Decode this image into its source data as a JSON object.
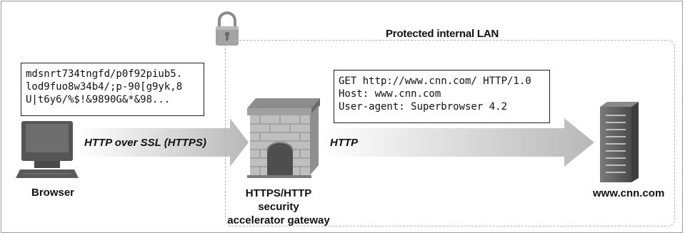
{
  "lan": {
    "title": "Protected internal LAN"
  },
  "encrypted_payload": {
    "lines": [
      "mdsnrt734tngfd/p0f92piub5.",
      "lod9fuo8w34b4/;p-90[g9yk,8",
      "U|t6y6/%$!&9890G&*&98..."
    ]
  },
  "http_request": {
    "lines": [
      "GET http://www.cnn.com/ HTTP/1.0",
      "Host: www.cnn.com",
      "User-agent: Superbrowser 4.2"
    ]
  },
  "nodes": {
    "browser": "Browser",
    "gateway_line1": "HTTPS/HTTP security",
    "gateway_line2": "accelerator gateway",
    "server": "www.cnn.com"
  },
  "links": {
    "https": "HTTP over SSL (HTTPS)",
    "http": "HTTP"
  },
  "colors": {
    "arrow_gray": "#c9c9c9",
    "dark_gray": "#5a5a5a",
    "dashed_border": "#b5b5b5"
  }
}
